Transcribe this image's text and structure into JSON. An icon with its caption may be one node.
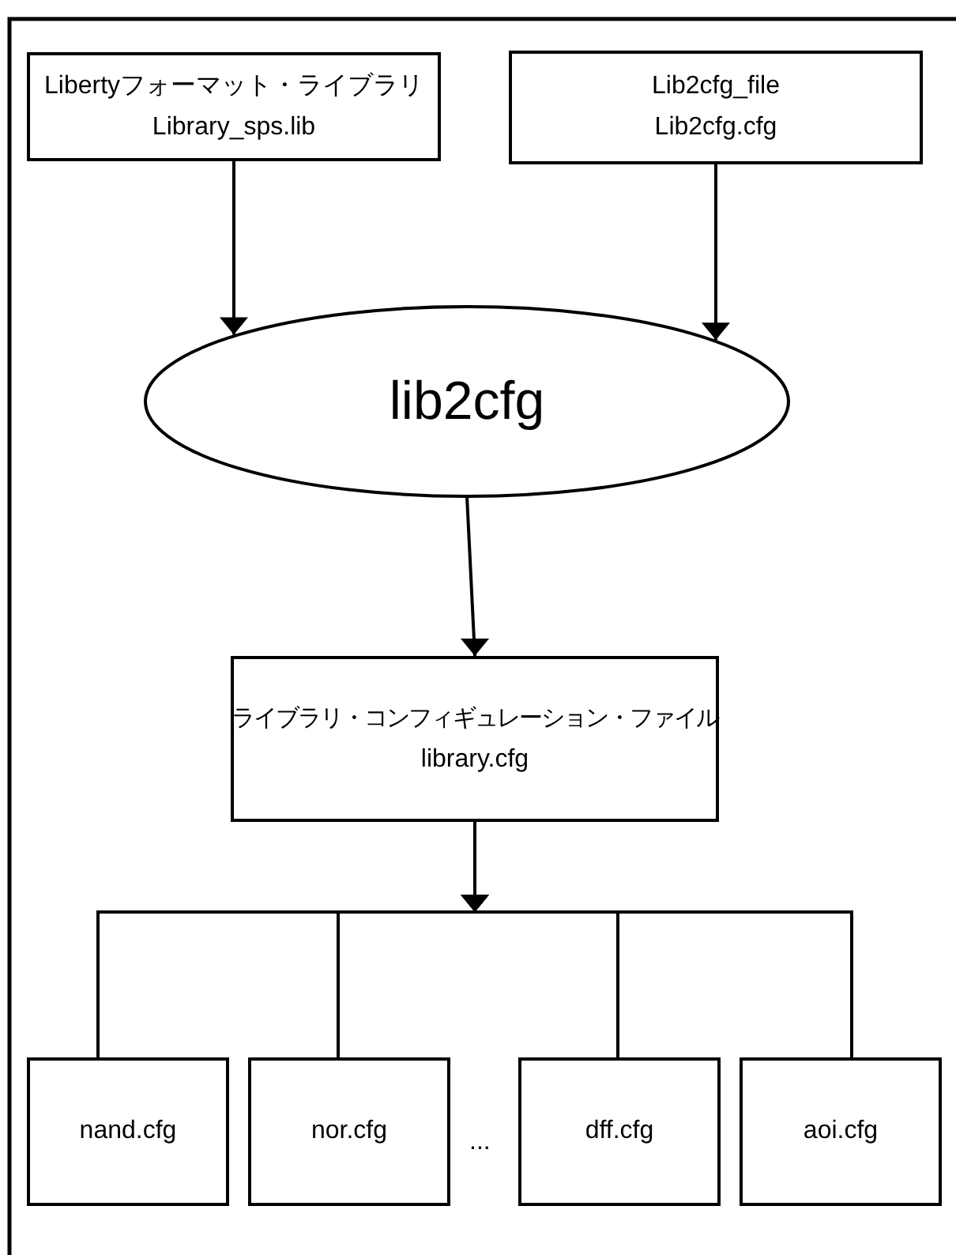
{
  "diagram": {
    "nodes": [
      {
        "text": [
          "Libertyフォーマット・ライブラリ",
          "Library_sps.lib"
        ]
      },
      {
        "text": [
          "Lib2cfg_file",
          "Lib2cfg.cfg"
        ]
      },
      {
        "text": [
          "lib2cfg"
        ]
      },
      {
        "text": [
          "ライブラリ・コンフィギュレーション・ファイル",
          "library.cfg"
        ]
      },
      {
        "text": [
          "nand.cfg"
        ]
      },
      {
        "text": [
          "nor.cfg"
        ]
      },
      {
        "text": [
          "dff.cfg"
        ]
      },
      {
        "text": [
          "aoi.cfg"
        ]
      }
    ],
    "edges": [
      {
        "from": 0,
        "to": 2,
        "arrow": "to"
      },
      {
        "from": 1,
        "to": 2,
        "arrow": "to"
      },
      {
        "from": 2,
        "to": 3,
        "arrow": "to"
      },
      {
        "from": 3,
        "to": 4,
        "arrow": "to"
      },
      {
        "from": 3,
        "to": 5,
        "arrow": "to"
      },
      {
        "from": 3,
        "to": 6,
        "arrow": "to"
      },
      {
        "from": 3,
        "to": 7,
        "arrow": "to"
      }
    ],
    "labels": [
      "..."
    ]
  }
}
